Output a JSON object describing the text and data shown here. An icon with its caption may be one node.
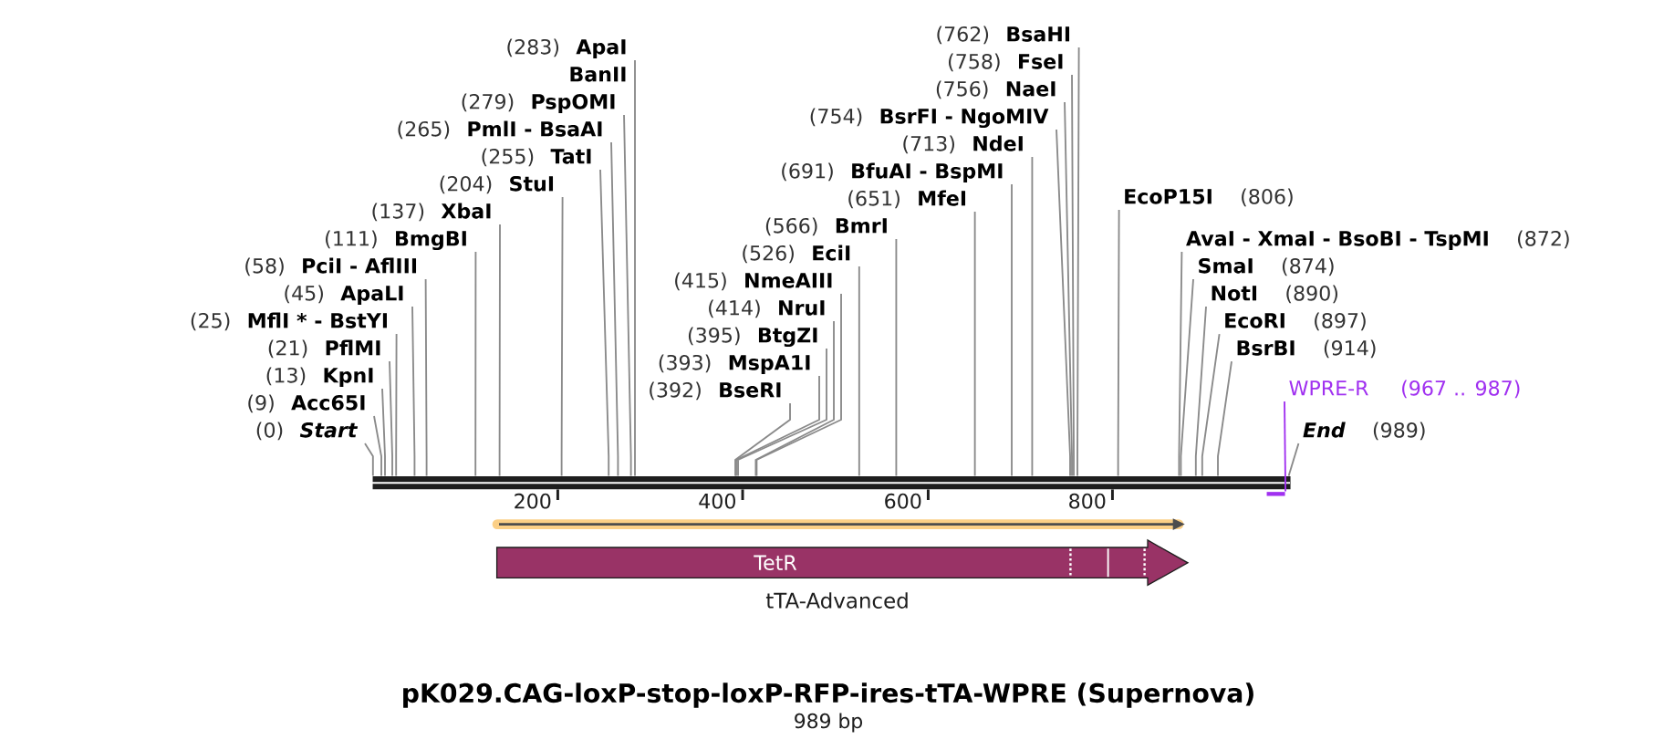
{
  "diagram": {
    "title": "pK029.CAG-loxP-stop-loxP-RFP-ires-tTA-WPRE (Supernova)",
    "caption": "989 bp",
    "nodes": [
      {
        "text": [
          "(651)",
          "MfeI"
        ]
      },
      {
        "text": [
          "(265)",
          "PmlI - BsaAI"
        ]
      },
      {
        "text": [
          "(255)",
          "TatI"
        ]
      },
      {
        "text": [
          "(566)",
          "BmrI"
        ]
      },
      {
        "text": [
          "(204)",
          "StuI"
        ]
      },
      {
        "text": [
          "(526)",
          "EciI"
        ]
      },
      {
        "text": [
          "(137)",
          "XbaI"
        ]
      },
      {
        "text": [
          "(415)",
          "NmeAIII"
        ]
      },
      {
        "text": [
          "EcoP15I",
          "(806)"
        ]
      },
      {
        "text": [
          "(111)",
          "BmgBI"
        ]
      },
      {
        "text": [
          "(414)",
          "NruI"
        ]
      },
      {
        "text": [
          "AvaI - XmaI - BsoBI - TspMI",
          "(872)"
        ]
      },
      {
        "text": [
          "(395)",
          "BtgZI"
        ]
      },
      {
        "text": [
          "(58)",
          "PciI - AflIII"
        ]
      },
      {
        "text": [
          "SmaI",
          "(874)"
        ]
      },
      {
        "text": [
          "(393)",
          "MspA1I"
        ]
      },
      {
        "text": [
          "(762)",
          "BsaHI"
        ]
      },
      {
        "text": [
          "(45)",
          "ApaLI"
        ]
      },
      {
        "text": [
          "NotI",
          "(890)"
        ]
      },
      {
        "text": [
          "(392)",
          "BseRI"
        ]
      },
      {
        "text": [
          "(758)",
          "FseI"
        ]
      },
      {
        "text": [
          "(25)",
          "MflI * - BstYI"
        ]
      },
      {
        "text": [
          "EcoRI",
          "(897)"
        ]
      },
      {
        "text": [
          "(756)",
          "NaeI"
        ]
      },
      {
        "text": [
          "(21)",
          "PflMI"
        ]
      },
      {
        "text": [
          "BsrBI",
          "(914)"
        ]
      },
      {
        "text": [
          "(754)",
          "BsrFI - NgoMIV"
        ]
      },
      {
        "text": [
          "(13)",
          "KpnI"
        ]
      },
      {
        "text": [
          "(283)",
          "ApaI"
        ]
      },
      {
        "text": [
          "WPRE-R",
          "(967 .. 987)"
        ]
      },
      {
        "text": [
          "(9)",
          "Acc65I"
        ]
      },
      {
        "text": [
          "BanII"
        ]
      },
      {
        "text": [
          "(713)",
          "NdeI"
        ]
      },
      {
        "text": [
          "(0)",
          "Start"
        ]
      },
      {
        "text": [
          "(279)",
          "PspOMI"
        ]
      },
      {
        "text": [
          "(691)",
          "BfuAI - BspMI"
        ]
      },
      {
        "text": [
          "End",
          "(989)"
        ]
      },
      {
        "text": [],
        "shape": "bar"
      },
      {
        "text": [],
        "shape": "bar"
      },
      {
        "text": [
          "TetR"
        ],
        "beside": [
          "tTA-Advanced"
        ]
      }
    ],
    "edges": [
      {
        "from": 0,
        "to": 37,
        "arrow": "none"
      },
      {
        "from": 1,
        "to": 37,
        "arrow": "none"
      },
      {
        "from": 2,
        "to": 37,
        "arrow": "none"
      },
      {
        "from": 3,
        "to": 37,
        "arrow": "none"
      },
      {
        "from": 4,
        "to": 37,
        "arrow": "none"
      },
      {
        "from": 5,
        "to": 37,
        "arrow": "none"
      },
      {
        "from": 6,
        "to": 37,
        "arrow": "none"
      },
      {
        "from": 7,
        "to": 37,
        "arrow": "none"
      },
      {
        "from": 8,
        "to": 37,
        "arrow": "none"
      },
      {
        "from": 9,
        "to": 37,
        "arrow": "none"
      },
      {
        "from": 10,
        "to": 37,
        "arrow": "none"
      },
      {
        "from": 11,
        "to": 37,
        "arrow": "none"
      },
      {
        "from": 12,
        "to": 37,
        "arrow": "none"
      },
      {
        "from": 13,
        "to": 37,
        "arrow": "none"
      },
      {
        "from": 14,
        "to": 37,
        "arrow": "none"
      },
      {
        "from": 15,
        "to": 37,
        "arrow": "none"
      },
      {
        "from": 16,
        "to": 37,
        "arrow": "none"
      },
      {
        "from": 17,
        "to": 37,
        "arrow": "none"
      },
      {
        "from": 18,
        "to": 37,
        "arrow": "none"
      },
      {
        "from": 19,
        "to": 37,
        "arrow": "none"
      },
      {
        "from": 20,
        "to": 37,
        "arrow": "none"
      },
      {
        "from": 21,
        "to": 37,
        "arrow": "none"
      },
      {
        "from": 22,
        "to": 37,
        "arrow": "none"
      },
      {
        "from": 23,
        "to": 37,
        "arrow": "none"
      },
      {
        "from": 24,
        "to": 37,
        "arrow": "none"
      },
      {
        "from": 25,
        "to": 37,
        "arrow": "none"
      },
      {
        "from": 26,
        "to": 37,
        "arrow": "none"
      },
      {
        "from": 27,
        "to": 37,
        "arrow": "none"
      },
      {
        "from": 28,
        "to": 37,
        "arrow": "none"
      },
      {
        "from": 29,
        "to": 38,
        "arrow": "none",
        "color": "#a030f0"
      },
      {
        "from": 30,
        "to": 37,
        "arrow": "none"
      },
      {
        "from": 31,
        "to": 37,
        "arrow": "none"
      },
      {
        "from": 32,
        "to": 37,
        "arrow": "none"
      },
      {
        "from": 33,
        "to": 37,
        "arrow": "none"
      },
      {
        "from": 34,
        "to": 37,
        "arrow": "none"
      },
      {
        "from": 35,
        "to": 37,
        "arrow": "none"
      },
      {
        "from": 36,
        "to": 37,
        "arrow": "none"
      }
    ],
    "labels": [
      "200",
      "400",
      "600",
      "800"
    ]
  }
}
